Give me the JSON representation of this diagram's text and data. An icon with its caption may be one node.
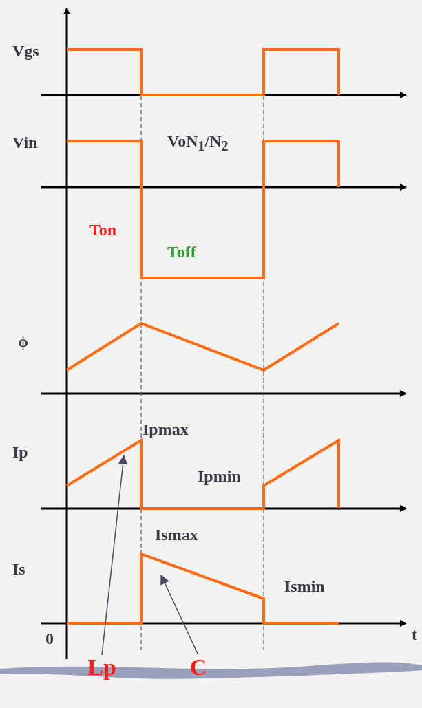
{
  "diagram": {
    "nodes": [
      {
        "text": [
          "Lp"
        ]
      },
      {
        "text": [
          "C"
        ]
      }
    ],
    "edges": [
      {
        "from": 0,
        "to": null,
        "arrow": "to"
      },
      {
        "from": 1,
        "to": null,
        "arrow": "to"
      }
    ],
    "labels": [
      "Vgs",
      "Vin",
      "VoN$_{1}$/N$_{2}$",
      "Ton",
      "Toff",
      "ϕ",
      "Ipmax",
      "Ip",
      "Ipmin",
      "Ismax",
      "Is",
      "Ismin",
      "0",
      "t"
    ]
  }
}
